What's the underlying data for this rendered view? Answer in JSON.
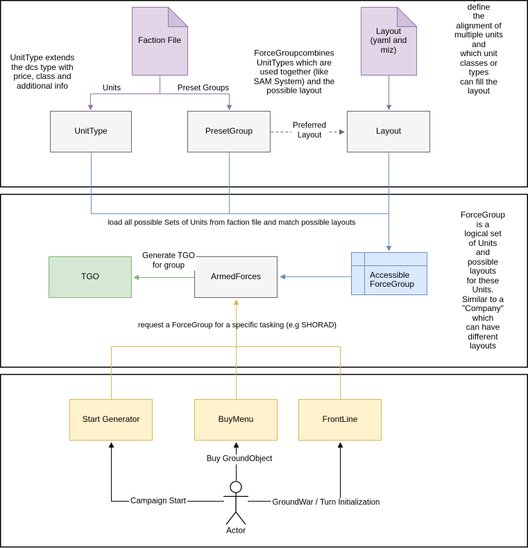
{
  "docs": {
    "faction_file": {
      "label": "Faction File"
    },
    "layout_doc": {
      "label": "Layout\n(yaml and\nmiz)"
    }
  },
  "nodes": {
    "unit_type": "UnitType",
    "preset_group": "PresetGroup",
    "layout": "Layout",
    "tgo": "TGO",
    "armed_forces": "ArmedForces",
    "accessible_force_group": "Accessible\nForceGroup",
    "start_generator": "Start Generator",
    "buy_menu": "BuyMenu",
    "front_line": "FrontLine",
    "actor": "Actor"
  },
  "edge_labels": {
    "units": "Units",
    "preset_groups": "Preset Groups",
    "preferred_layout": "Preferred\nLayout",
    "load_sets": "load all possible Sets of Units from faction file and match possible layouts",
    "generate_tgo": "Generate TGO\nfor group",
    "request_forcegroup": "request a ForceGroup for a specific tasking (e.g SHORAD)",
    "buy_groundobject": "Buy GroundObject",
    "campaign_start": "Campaign Start",
    "groundwar": "GroundWar / Turn Initialization"
  },
  "notes": {
    "unittype": "UnitType extends\nthe dcs type with\nprice, class and\nadditional info",
    "forcegroup_combines": "ForceGroupcombines\nUnitTypes which are\nused together (like\nSAM System) and the\npossible layout",
    "layouts_define": "Layouts define\nthe alignment of\nmultiple units and\nwhich unit\nclasses or types\ncan fill the layout",
    "forcegroup_is": "ForceGroup is a\nlogical set of Units\nand possible layouts\nfor these Units.\nSimilar to a\n\"Company\" which\ncan have different\nlayouts"
  },
  "colors": {
    "purple_fill": "#e1d5e7",
    "purple_fold": "#d1c0dc",
    "purple_stroke": "#9673a6",
    "gray_fill": "#f5f5f5",
    "gray_stroke": "#666666",
    "green_fill": "#d5e8d4",
    "green_stroke": "#82b366",
    "blue_fill": "#dae8fc",
    "blue_stroke": "#6c8ebf",
    "yellow_fill": "#fff2cc",
    "yellow_stroke": "#d6b656",
    "black": "#000000"
  }
}
